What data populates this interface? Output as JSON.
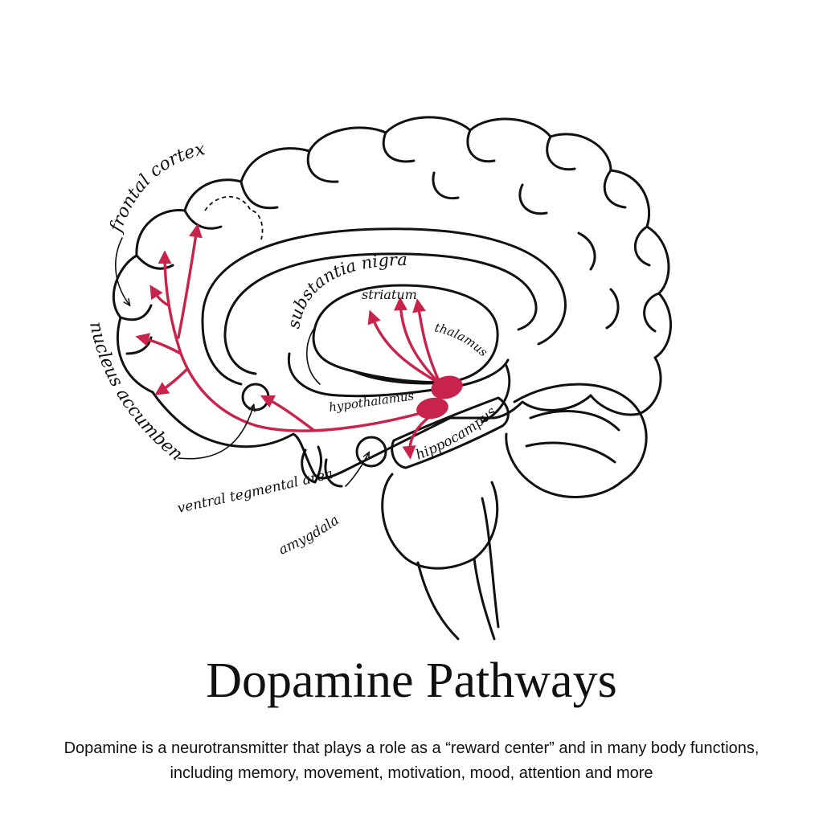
{
  "colors": {
    "pathway": "#c8234a",
    "ink": "#111111",
    "background": "#ffffff"
  },
  "labels": {
    "frontal_cortex": "frontal cortex",
    "nucleus_accumbens": "nucleus accumbens",
    "substantia_nigra": "substantia nigra",
    "striatum": "striatum",
    "thalamus": "thalamus",
    "hypothalamus": "hypothalamus",
    "hippocampus": "hippocampus",
    "ventral_tegmental_area": "ventral tegmental area",
    "amygdala": "amygdala"
  },
  "title": "Dopamine Pathways",
  "description": {
    "line1": "Dopamine is a neurotransmitter that plays a role as a “reward center” and in many body functions,",
    "line2": "including memory, movement, motivation, mood, attention and more"
  }
}
